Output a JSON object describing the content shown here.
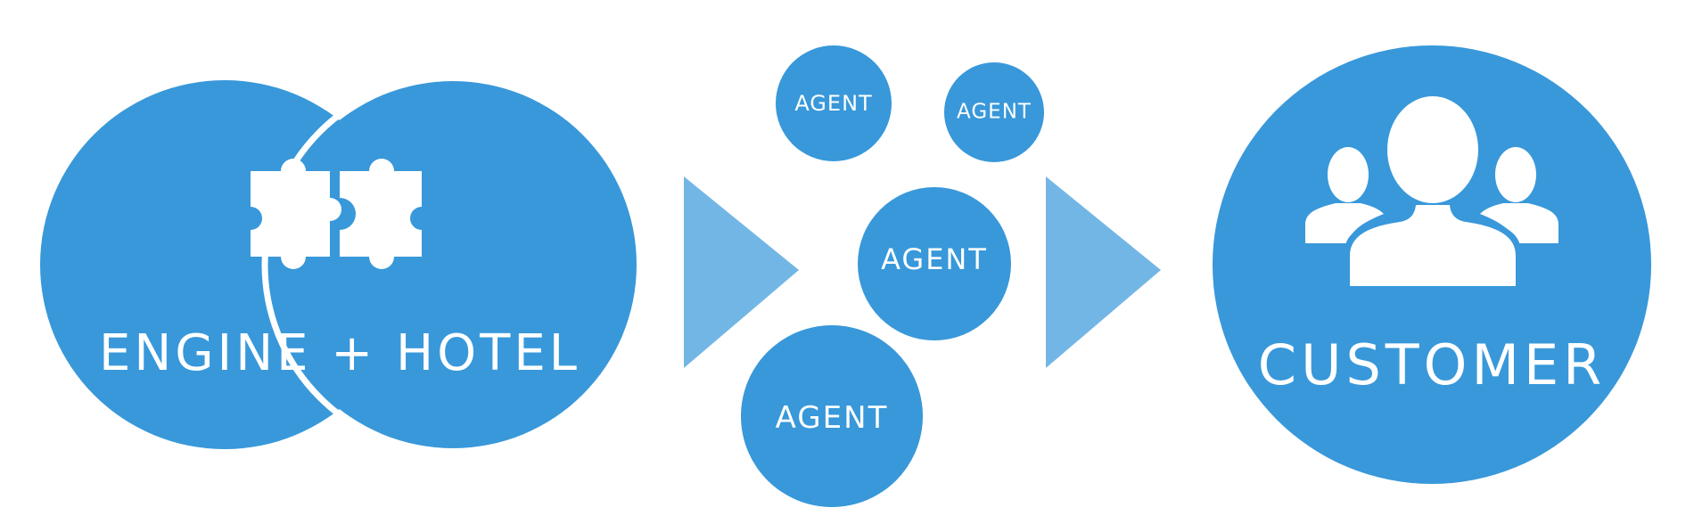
{
  "colors": {
    "circle": "#3898da",
    "arrow": "#72b6e5",
    "icon": "#ffffff",
    "background": "#ffffff"
  },
  "engine_hotel": {
    "label": "ENGINE + HOTEL",
    "icon": "puzzle-pieces-icon"
  },
  "agents": [
    {
      "label": "AGENT"
    },
    {
      "label": "AGENT"
    },
    {
      "label": "AGENT"
    },
    {
      "label": "AGENT"
    }
  ],
  "customer": {
    "label": "CUSTOMER",
    "icon": "user-group-icon"
  },
  "arrows": [
    {
      "icon": "triangle-arrow-right-icon"
    },
    {
      "icon": "triangle-arrow-right-icon"
    }
  ]
}
